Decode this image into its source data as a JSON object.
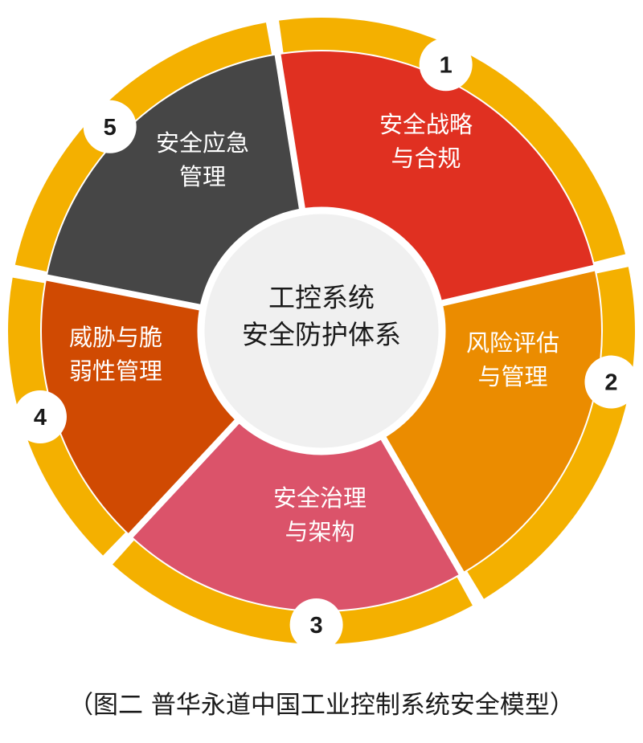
{
  "diagram": {
    "colors": {
      "ring": "#f4b000",
      "gap": "#ffffff",
      "hub_fill": "#f0f0f0",
      "hub_border": "#ffffff",
      "badge_fill": "#ffffff",
      "badge_text": "#1a1a1a",
      "label_text": "#ffffff"
    },
    "center": {
      "lines": [
        "工控系统",
        "安全防护体系"
      ]
    },
    "segments": [
      {
        "number": "1",
        "lines": [
          "安全战略",
          "与合规"
        ],
        "color": "#e03021"
      },
      {
        "number": "2",
        "lines": [
          "风险评估",
          "与管理"
        ],
        "color": "#eb8c00"
      },
      {
        "number": "3",
        "lines": [
          "安全治理",
          "与架构"
        ],
        "color": "#db536a"
      },
      {
        "number": "4",
        "lines": [
          "威胁与脆",
          "弱性管理"
        ],
        "color": "#d04a02"
      },
      {
        "number": "5",
        "lines": [
          "安全应急",
          "管理"
        ],
        "color": "#464646"
      }
    ]
  },
  "caption": "（图二 普华永道中国工业控制系统安全模型）"
}
